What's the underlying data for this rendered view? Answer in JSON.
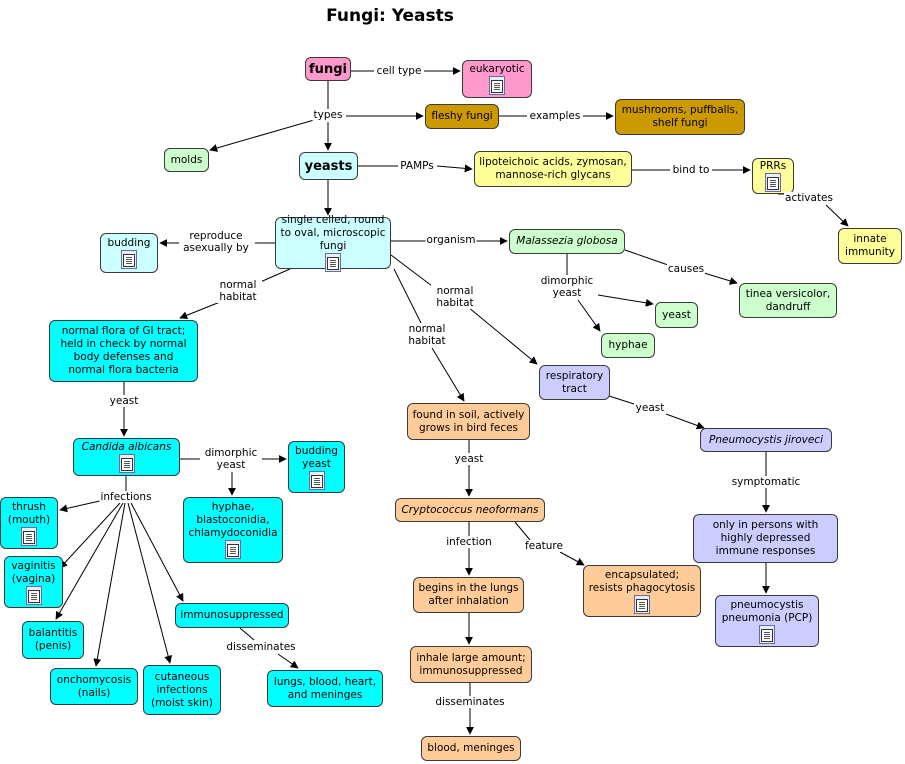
{
  "title": "Fungi: Yeasts",
  "colors": {
    "fungi": "#ff99cc",
    "fleshy": "#cc9900",
    "yeasts": "#ccffff",
    "yellow": "#ffff99",
    "green": "#ccffcc",
    "candida": "#00ffff",
    "crypto": "#ffcc99",
    "pneumo": "#ccccff",
    "line": "#000000"
  },
  "nodes": {
    "fungi": "fungi",
    "eukaryotic": "eukaryotic",
    "fleshy_fungi": "fleshy fungi",
    "mushrooms": "mushrooms, puffballs, shelf fungi",
    "molds": "molds",
    "yeasts": "yeasts",
    "lipoteichoic": "lipoteichoic acids, zymosan, mannose-rich glycans",
    "prrs": "PRRs",
    "innate_immunity": "innate immunity",
    "single_celled": "single celled, round to oval, microscopic fungi",
    "budding": "budding",
    "malassezia": "Malassezia globosa",
    "tinea": "tinea versicolor, dandruff",
    "mal_yeast": "yeast",
    "mal_hyphae": "hyphae",
    "normal_flora": "normal flora of GI tract; held in check by normal body defenses and normal flora bacteria",
    "candida": "Candida albicans",
    "budding_yeast": "budding yeast",
    "hyphae_blasto": "hyphae, blastoconidia, chlamydoconidia",
    "thrush": "thrush (mouth)",
    "vaginitis": "vaginitis (vagina)",
    "balantitis": "balantitis (penis)",
    "onchomycosis": "onchomycosis (nails)",
    "cutaneous": "cutaneous infections (moist skin)",
    "immunosuppressed": "immunosuppressed",
    "lungs_blood": "lungs, blood, heart, and meninges",
    "found_in_soil": "found in soil, actively grows in bird feces",
    "cryptococcus": "Cryptococcus neoformans",
    "begins_lungs": "begins in the lungs after inhalation",
    "inhale_large": "inhale large amount; immunosuppressed",
    "blood_meninges": "blood, meninges",
    "encapsulated": "encapsulated; resists phagocytosis",
    "respiratory": "respiratory tract",
    "pneumocystis": "Pneumocystis jiroveci",
    "only_in_persons": "only in persons with highly depressed immune responses",
    "pcp": "pneumocystis pneumonia (PCP)"
  },
  "links": {
    "cell_type": "cell type",
    "types": "types",
    "examples": "examples",
    "pamps": "PAMPs",
    "bind_to": "bind to",
    "activates": "activates",
    "reproduce": "reproduce asexually by",
    "organism": "organism",
    "causes": "causes",
    "dimorphic_yeast_mal": "dimorphic yeast",
    "normal_habitat_1": "normal habitat",
    "normal_habitat_2": "normal habitat",
    "normal_habitat_3": "normal habitat",
    "yeast_1": "yeast",
    "dimorphic_yeast_cand": "dimorphic yeast",
    "infections": "infections",
    "disseminates_1": "disseminates",
    "yeast_2": "yeast",
    "infection": "infection",
    "feature": "feature",
    "disseminates_2": "disseminates",
    "yeast_3": "yeast",
    "symptomatic": "symptomatic"
  }
}
